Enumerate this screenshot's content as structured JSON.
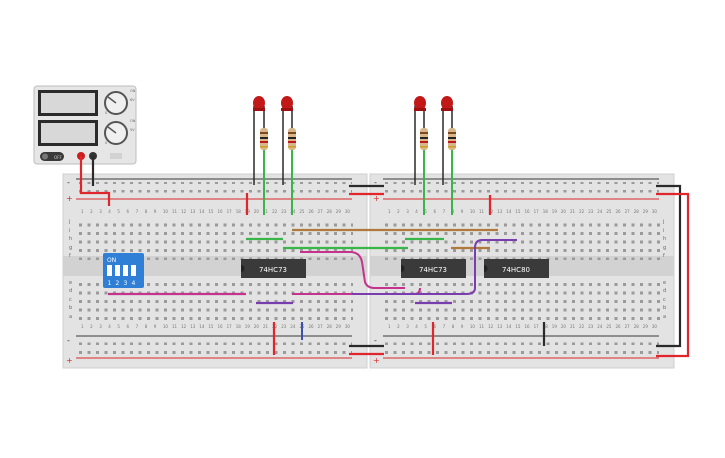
{
  "power_supply": {
    "button_label": "OFF",
    "knob1_labels": [
      "ON",
      "6V",
      "S"
    ],
    "knob2_labels": [
      "ON",
      "5V",
      "0"
    ]
  },
  "dip_switch": {
    "header": "ON",
    "positions": [
      "1",
      "2",
      "3",
      "4"
    ]
  },
  "chips": [
    {
      "label": "74HC73"
    },
    {
      "label": "74HC73"
    },
    {
      "label": "74HC80"
    }
  ],
  "board": {
    "row_letters_top": [
      "j",
      "i",
      "h",
      "g",
      "f"
    ],
    "row_letters_bottom": [
      "e",
      "d",
      "c",
      "b",
      "a"
    ],
    "rail_plus": "+",
    "rail_minus": "-",
    "column_count": 30
  },
  "colors": {
    "wire_red": "#e0262c",
    "wire_black": "#2a2a2a",
    "wire_green": "#3ab54a",
    "wire_magenta": "#c4348e",
    "wire_purple": "#7a3db0",
    "wire_brown": "#b07a3c",
    "wire_blue": "#3a4fb0",
    "led_red": "#c21818",
    "dip_blue": "#2f7fd6",
    "chip_body": "#3a3a3a"
  }
}
